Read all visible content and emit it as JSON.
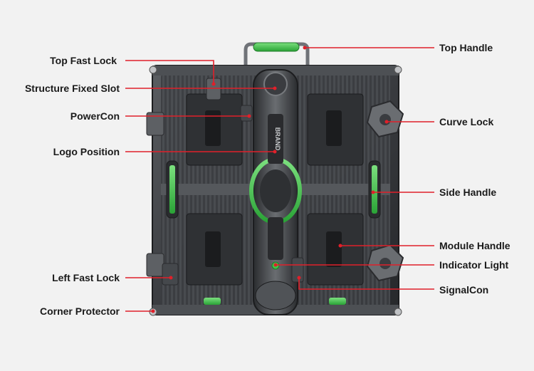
{
  "callouts": {
    "left": [
      {
        "name": "top-fast-lock-label",
        "text": "Top Fast Lock"
      },
      {
        "name": "structure-fixed-slot-label",
        "text": "Structure Fixed Slot"
      },
      {
        "name": "powercon-label",
        "text": "PowerCon"
      },
      {
        "name": "logo-position-label",
        "text": "Logo Position"
      },
      {
        "name": "left-fast-lock-label",
        "text": "Left Fast Lock"
      },
      {
        "name": "corner-protector-label",
        "text": "Corner Protector"
      }
    ],
    "right": [
      {
        "name": "top-handle-label",
        "text": "Top Handle"
      },
      {
        "name": "curve-lock-label",
        "text": "Curve Lock"
      },
      {
        "name": "side-handle-label",
        "text": "Side Handle"
      },
      {
        "name": "module-handle-label",
        "text": "Module Handle"
      },
      {
        "name": "indicator-light-label",
        "text": "Indicator Light"
      },
      {
        "name": "signalcon-label",
        "text": "SignalCon"
      }
    ]
  },
  "panel": {
    "logo_text": "BRAND"
  },
  "colors": {
    "leader": "#e0202a",
    "accent_green": "#3fc24a",
    "panel_dark": "#2b2d30",
    "panel_mid": "#55585c",
    "background": "#f2f2f2"
  }
}
